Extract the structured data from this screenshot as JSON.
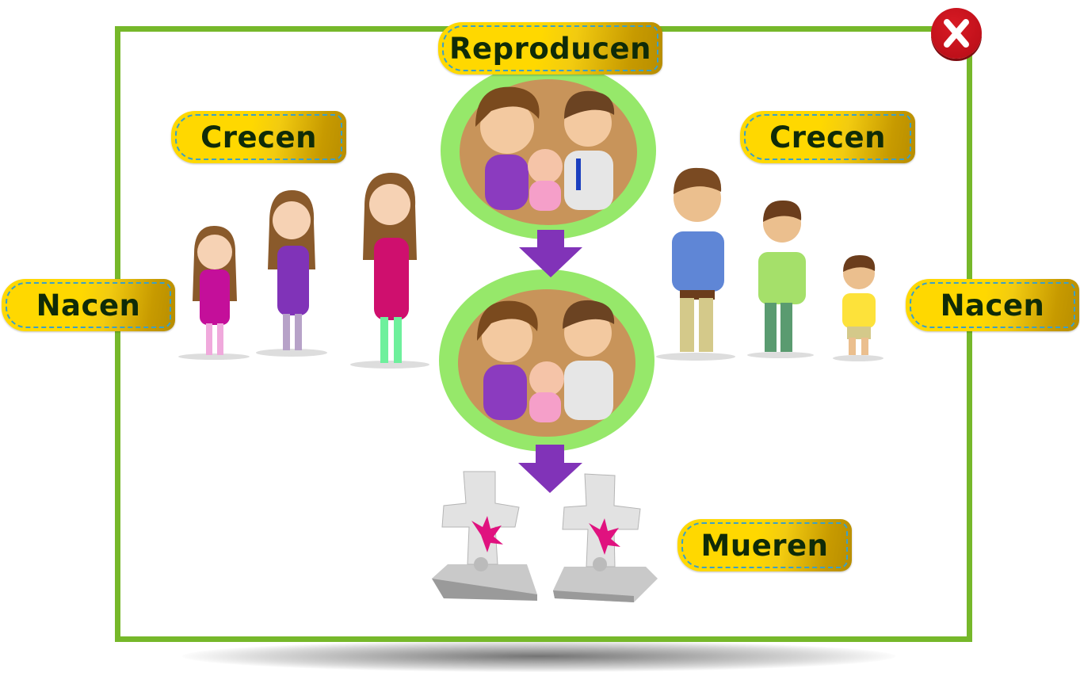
{
  "labels": {
    "reproducen": "Reproducen",
    "crecen_left": "Crecen",
    "crecen_right": "Crecen",
    "nacen_left": "Nacen",
    "nacen_right": "Nacen",
    "mueren": "Mueren"
  },
  "close_button": {
    "icon": "close-icon"
  },
  "colors": {
    "frame": "#76b82a",
    "arrow": "#8133b8",
    "circle": "#96e86a",
    "label_text": "#0f2b08",
    "close": "#c8101a"
  }
}
